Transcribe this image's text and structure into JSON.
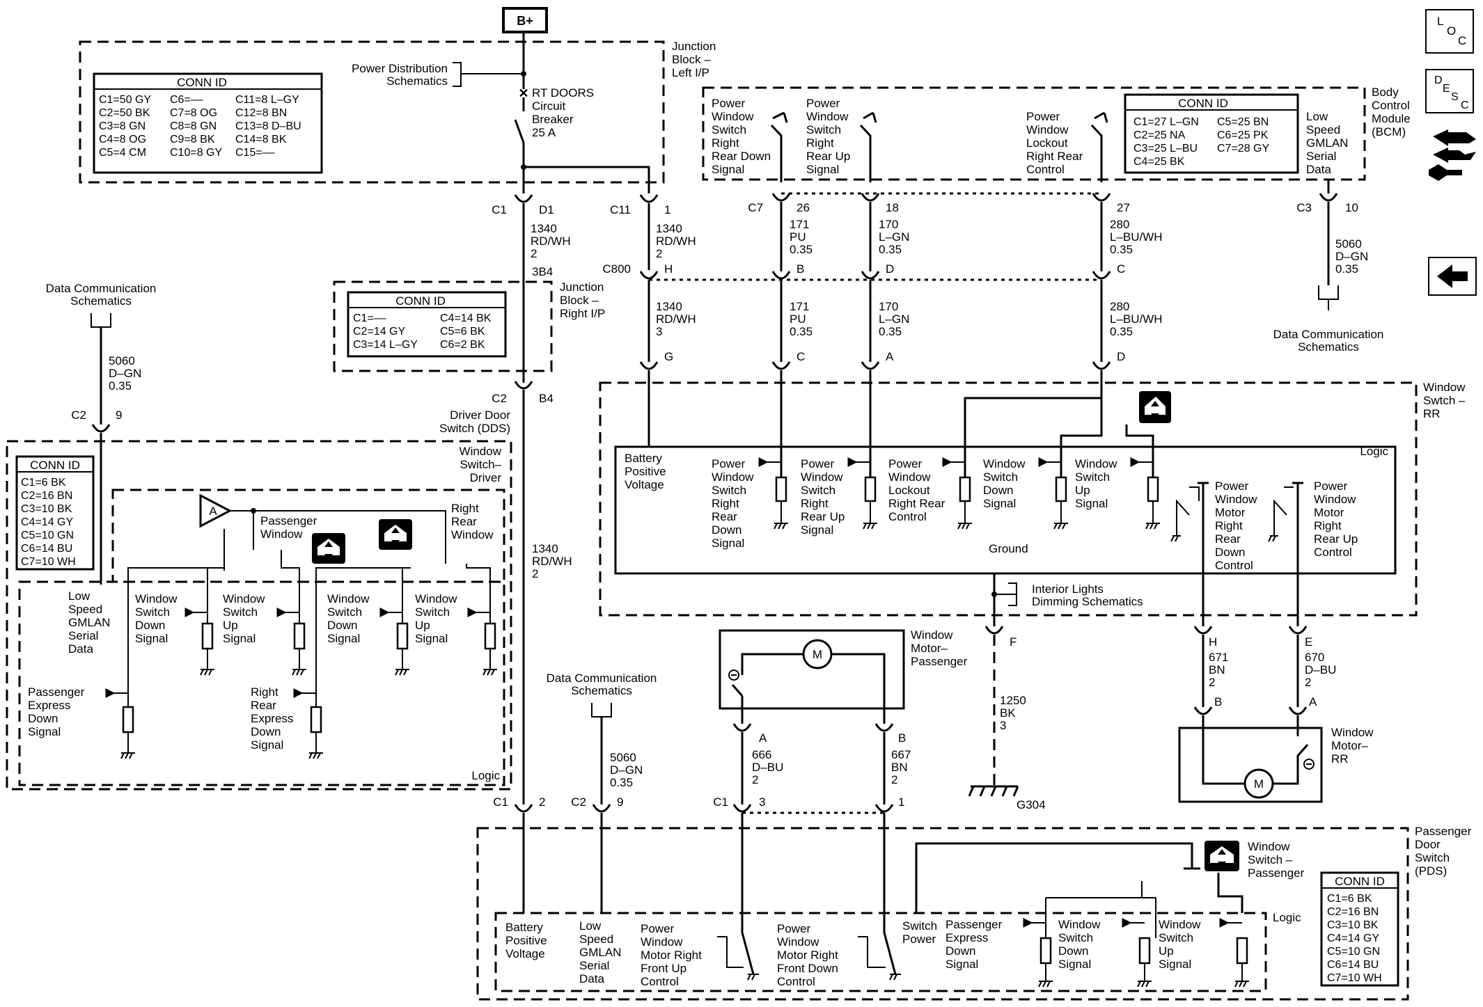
{
  "top": {
    "b_plus": "B+",
    "power_dist": [
      "Power Distribution",
      "Schematics"
    ],
    "breaker": [
      "RT DOORS",
      "Circuit",
      "Breaker",
      "25 A"
    ],
    "jb_left": [
      "Junction",
      "Block –",
      "Left I/P"
    ],
    "jb_right": [
      "Junction",
      "Block –",
      "Right I/P"
    ],
    "bcm": [
      "Body",
      "Control",
      "Module",
      "(BCM)"
    ]
  },
  "conn_jbl": {
    "title": "CONN ID",
    "col1": [
      "C1=50 GY",
      "C2=50 BK",
      "C3=8 GN",
      "C4=8 OG",
      "C5=4 CM"
    ],
    "col2": [
      "C6=––",
      "C7=8 OG",
      "C8=8 GN",
      "C9=8 BK",
      "C10=8 GY"
    ],
    "col3": [
      "C11=8 L–GY",
      "C12=8 BN",
      "C13=8 D–BU",
      "C14=8 BK",
      "C15=––"
    ]
  },
  "conn_jbr": {
    "title": "CONN ID",
    "col1": [
      "C1=––",
      "C2=14 GY",
      "C3=14 L–GY"
    ],
    "col2": [
      "C4=14 BK",
      "C5=6 BK",
      "C6=2 BK"
    ]
  },
  "conn_bcm": {
    "title": "CONN ID",
    "col1": [
      "C1=27 L–GN",
      "C2=25 NA",
      "C3=25 L–BU",
      "C4=25 BK"
    ],
    "col2": [
      "C5=25 BN",
      "C6=25 PK",
      "C7=28 GY"
    ]
  },
  "conn_dds": {
    "title": "CONN ID",
    "rows": [
      "C1=6 BK",
      "C2=16 BN",
      "C3=10 BK",
      "C4=14 GY",
      "C5=10 GN",
      "C6=14 BU",
      "C7=10 WH"
    ]
  },
  "conn_pds": {
    "title": "CONN ID",
    "rows": [
      "C1=6 BK",
      "C2=16 BN",
      "C3=10 BK",
      "C4=14 GY",
      "C5=10 GN",
      "C6=14 BU",
      "C7=10 WH"
    ]
  },
  "bcm_signals": {
    "rr_down": [
      "Power",
      "Window",
      "Switch",
      "Right",
      "Rear Down",
      "Signal"
    ],
    "rr_up": [
      "Power",
      "Window",
      "Switch",
      "Right",
      "Rear Up",
      "Signal"
    ],
    "lockout": [
      "Power",
      "Window",
      "Lockout",
      "Right Rear",
      "Control"
    ],
    "gmlan": [
      "Low",
      "Speed",
      "GMLAN",
      "Serial",
      "Data"
    ]
  },
  "pins": {
    "c1": "C1",
    "d1": "D1",
    "c11": "C11",
    "p1": "1",
    "c7": "C7",
    "p26": "26",
    "p18": "18",
    "p27": "27",
    "c3": "C3",
    "p10": "10",
    "c800": "C800",
    "h": "H",
    "b": "B",
    "d": "D",
    "c": "C",
    "g": "G",
    "a": "A",
    "c2": "C2",
    "b4": "B4",
    "p9": "9",
    "f": "F",
    "e": "E",
    "h2": "H",
    "a2": "A",
    "b2": "B",
    "ma": "A",
    "mb": "B",
    "pc1": "C1",
    "p2": "2",
    "pc2": "C2",
    "p9b": "9",
    "mc1": "C1",
    "p3": "3",
    "p1b": "1",
    "b3": "3B4"
  },
  "wires": {
    "w1340a": [
      "1340",
      "RD/WH",
      "2"
    ],
    "w1340b": [
      "1340",
      "RD/WH",
      "2"
    ],
    "w1340c": [
      "1340",
      "RD/WH",
      "3"
    ],
    "w1340d": [
      "1340",
      "RD/WH",
      "2"
    ],
    "w171a": [
      "171",
      "PU",
      "0.35"
    ],
    "w171b": [
      "171",
      "PU",
      "0.35"
    ],
    "w170a": [
      "170",
      "L–GN",
      "0.35"
    ],
    "w170b": [
      "170",
      "L–GN",
      "0.35"
    ],
    "w280a": [
      "280",
      "L–BU/WH",
      "0.35"
    ],
    "w280b": [
      "280",
      "L–BU/WH",
      "0.35"
    ],
    "w5060a": [
      "5060",
      "D–GN",
      "0.35"
    ],
    "w5060b": [
      "5060",
      "D–GN",
      "0.35"
    ],
    "w5060c": [
      "5060",
      "D–GN",
      "0.35"
    ],
    "w671": [
      "671",
      "BN",
      "2"
    ],
    "w670": [
      "670",
      "D–BU",
      "2"
    ],
    "w1250": [
      "1250",
      "BK",
      "3"
    ],
    "w666": [
      "666",
      "D–BU",
      "2"
    ],
    "w667": [
      "667",
      "BN",
      "2"
    ]
  },
  "data_comm": [
    "Data Communication",
    "Schematics"
  ],
  "rr": {
    "title": [
      "Window",
      "Swtch –",
      "RR"
    ],
    "logic": "Logic",
    "batt": [
      "Battery",
      "Positive",
      "Voltage"
    ],
    "s1": [
      "Power",
      "Window",
      "Switch",
      "Right",
      "Rear",
      "Down",
      "Signal"
    ],
    "s2": [
      "Power",
      "Window",
      "Switch",
      "Right",
      "Rear Up",
      "Signal"
    ],
    "s3": [
      "Power",
      "Window",
      "Lockout",
      "Right Rear",
      "Control"
    ],
    "s4": [
      "Window",
      "Switch",
      "Down",
      "Signal"
    ],
    "s5": [
      "Window",
      "Switch",
      "Up",
      "Signal"
    ],
    "m1": [
      "Power",
      "Window",
      "Motor",
      "Right",
      "Rear",
      "Down",
      "Control"
    ],
    "m2": [
      "Power",
      "Window",
      "Motor",
      "Right",
      "Rear Up",
      "Control"
    ],
    "ground": "Ground",
    "interior": [
      "Interior Lights",
      "Dimming Schematics"
    ]
  },
  "dds": {
    "title": [
      "Driver Door",
      "Switch (DDS)"
    ],
    "ws_driver": [
      "Window",
      "Switch–",
      "Driver"
    ],
    "pass_window": [
      "Passenger",
      "Window"
    ],
    "rr_window": [
      "Right",
      "Rear",
      "Window"
    ],
    "gmlan": [
      "Low",
      "Speed",
      "GMLAN",
      "Serial",
      "Data"
    ],
    "wsd1": [
      "Window",
      "Switch",
      "Down",
      "Signal"
    ],
    "wsu1": [
      "Window",
      "Switch",
      "Up",
      "Signal"
    ],
    "wsd2": [
      "Window",
      "Switch",
      "Down",
      "Signal"
    ],
    "wsu2": [
      "Window",
      "Switch",
      "Up",
      "Signal"
    ],
    "ped": [
      "Passenger",
      "Express",
      "Down",
      "Signal"
    ],
    "rred": [
      "Right",
      "Rear",
      "Express",
      "Down",
      "Signal"
    ],
    "logic": "Logic",
    "tri": "A"
  },
  "motor_pass": [
    "Window",
    "Motor–",
    "Passenger"
  ],
  "motor_rr": [
    "Window",
    "Motor–",
    "RR"
  ],
  "motor_m": "M",
  "g304": "G304",
  "pds": {
    "title": [
      "Passenger",
      "Door",
      "Switch",
      "(PDS)"
    ],
    "ws": [
      "Window",
      "Switch –",
      "Passenger"
    ],
    "logic": "Logic",
    "batt": [
      "Battery",
      "Positive",
      "Voltage"
    ],
    "gmlan": [
      "Low",
      "Speed",
      "GMLAN",
      "Serial",
      "Data"
    ],
    "mfu": [
      "Power",
      "Window",
      "Motor Right",
      "Front Up",
      "Control"
    ],
    "mfd": [
      "Power",
      "Window",
      "Motor Right",
      "Front Down",
      "Control"
    ],
    "swp": [
      "Switch",
      "Power"
    ],
    "ped": [
      "Passenger",
      "Express",
      "Down",
      "Signal"
    ],
    "wsd": [
      "Window",
      "Switch",
      "Down",
      "Signal"
    ],
    "wsu": [
      "Window",
      "Switch",
      "Up",
      "Signal"
    ]
  },
  "nav": {
    "loc": [
      "L",
      "O",
      "C"
    ],
    "desc": [
      "D",
      "E",
      "S",
      "C"
    ]
  }
}
